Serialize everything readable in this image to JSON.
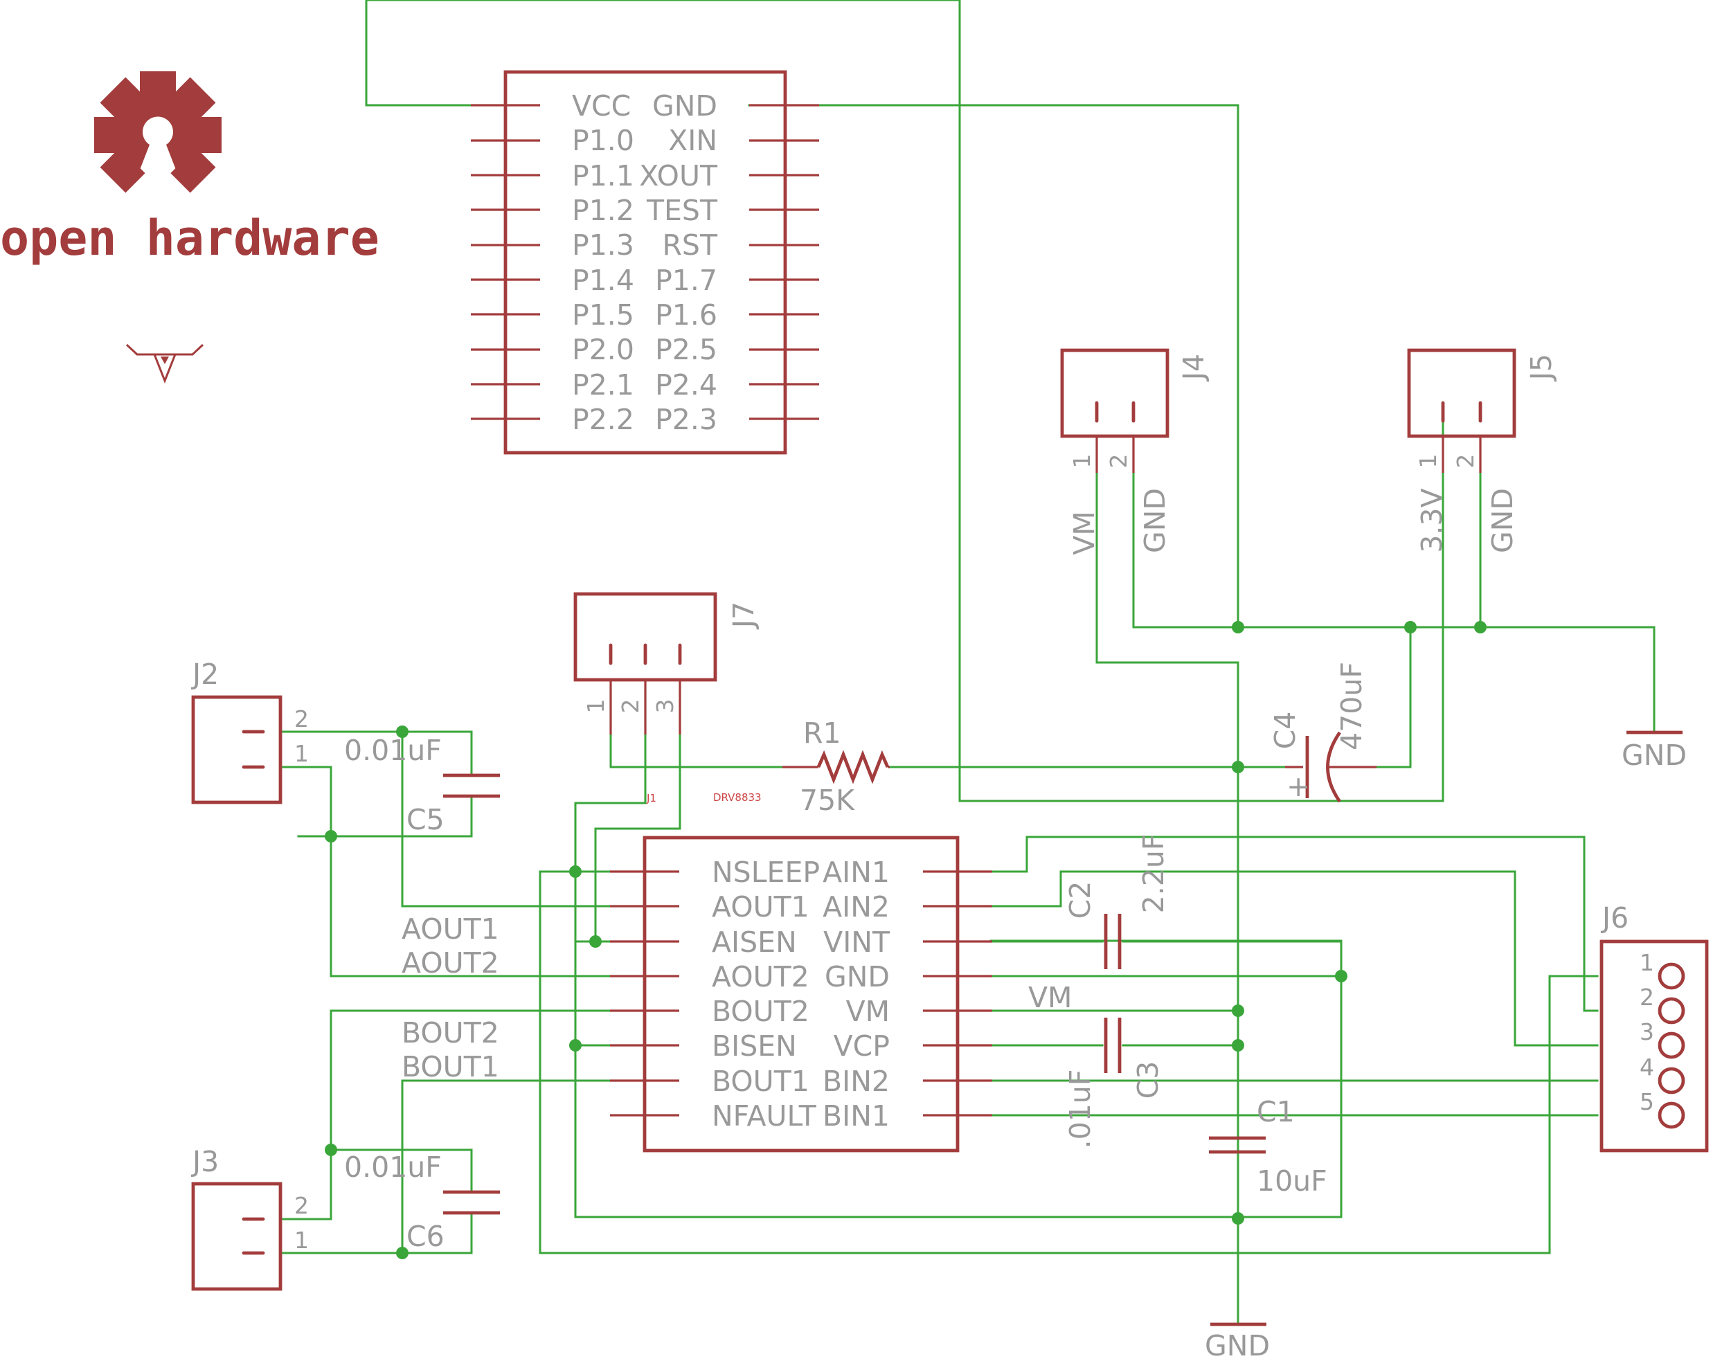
{
  "logo": {
    "text": "open hardware"
  },
  "colors": {
    "wire": "#3aa63a",
    "part": "#a33c3c",
    "label": "#999999"
  },
  "mcu": {
    "left_pins": [
      "VCC",
      "P1.0",
      "P1.1",
      "P1.2",
      "P1.3",
      "P1.4",
      "P1.5",
      "P2.0",
      "P2.1",
      "P2.2"
    ],
    "right_pins": [
      "GND",
      "XIN",
      "XOUT",
      "TEST",
      "RST",
      "P1.7",
      "P1.6",
      "P2.5",
      "P2.4",
      "P2.3"
    ]
  },
  "driver": {
    "name": "DRV8833",
    "left_pins": [
      "NSLEEP",
      "AOUT1",
      "AISEN",
      "AOUT2",
      "BOUT2",
      "BISEN",
      "BOUT1",
      "NFAULT"
    ],
    "right_pins": [
      "AIN1",
      "AIN2",
      "VINT",
      "GND",
      "VM",
      "VCP",
      "BIN2",
      "BIN1"
    ]
  },
  "connectors": {
    "j2": {
      "name": "J2",
      "pin2": "2",
      "pin1": "1"
    },
    "j3": {
      "name": "J3",
      "pin2": "2",
      "pin1": "1"
    },
    "j4": {
      "name": "J4",
      "pin1": "1",
      "pin2": "2",
      "net1": "VM",
      "net2": "GND"
    },
    "j5": {
      "name": "J5",
      "pin1": "1",
      "pin2": "2",
      "net1": "3.3V",
      "net2": "GND"
    },
    "j6": {
      "name": "J6",
      "pins": [
        "1",
        "2",
        "3",
        "4",
        "5"
      ]
    },
    "j7": {
      "name": "J7",
      "pins": [
        "1",
        "2",
        "3"
      ],
      "small_label": "J1"
    }
  },
  "components": {
    "r1": {
      "name": "R1",
      "value": "75K"
    },
    "c1": {
      "name": "C1",
      "value": "10uF"
    },
    "c2": {
      "name": "C2",
      "value": "2.2uF"
    },
    "c3": {
      "name": "C3",
      "value": ".01uF"
    },
    "c4": {
      "name": "C4",
      "value": "470uF",
      "polarity": "+"
    },
    "c5": {
      "name": "C5",
      "value": "0.01uF"
    },
    "c6": {
      "name": "C6",
      "value": "0.01uF"
    }
  },
  "nets": {
    "aout1": "AOUT1",
    "aout2": "AOUT2",
    "bout2": "BOUT2",
    "bout1": "BOUT1",
    "vm": "VM",
    "gnd_top": "GND",
    "gnd_bottom": "GND"
  }
}
